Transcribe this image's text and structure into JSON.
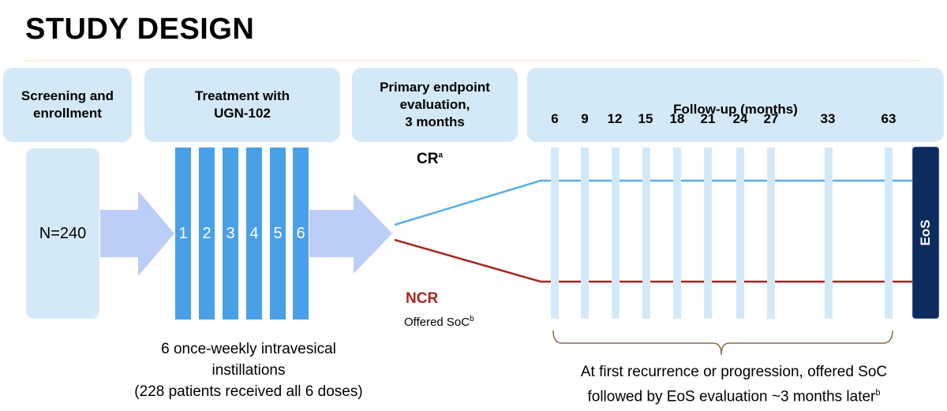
{
  "title": "STUDY DESIGN",
  "headers": {
    "screening": "Screening and\nenrollment",
    "treatment": "Treatment with\nUGN-102",
    "primary": "Primary endpoint\nevaluation,\n3 months",
    "followup": "Follow-up (months)"
  },
  "followup_months": [
    "6",
    "9",
    "12",
    "15",
    "18",
    "21",
    "24",
    "27",
    "33",
    "63"
  ],
  "enrollment": "N=240",
  "doses": [
    "1",
    "2",
    "3",
    "4",
    "5",
    "6"
  ],
  "outcomes": {
    "cr": "CR",
    "cr_sup": "a",
    "ncr": "NCR",
    "ncr_note": "Offered SoC",
    "ncr_note_sup": "b"
  },
  "eos_label": "EoS",
  "treatment_note": "6 once-weekly intravesical\ninstillations\n(228 patients received all 6 doses)",
  "followup_note": "At first recurrence or progression, offered SoC\nfollowed by EoS evaluation ~3 months later",
  "followup_note_sup": "b",
  "colors": {
    "header_fill": "#d4e9f8",
    "dose_fill": "#4aa0e6",
    "arrow_fill": "#bccdf7",
    "cr_line": "#5aaee6",
    "ncr_line": "#a8261f",
    "eos_fill": "#0d2c5d",
    "brace": "#8b6a46"
  }
}
